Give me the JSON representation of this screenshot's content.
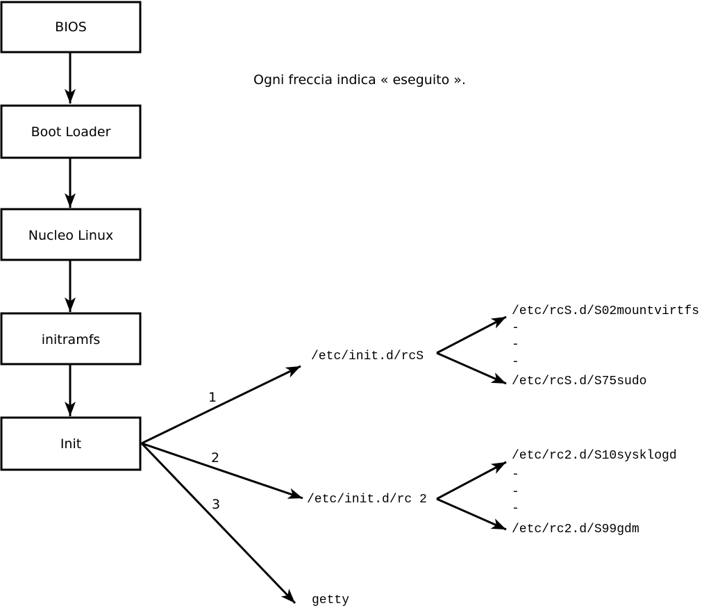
{
  "caption": "Ogni freccia indica « eseguito ».",
  "colors": {
    "ink": "#000000",
    "background": "#ffffff"
  },
  "flow_boxes": [
    {
      "label": "BIOS"
    },
    {
      "label": "Boot Loader"
    },
    {
      "label": "Nucleo Linux"
    },
    {
      "label": "initramfs"
    },
    {
      "label": "Init"
    }
  ],
  "init_branches": [
    {
      "number": "1",
      "target": "/etc/init.d/rcS"
    },
    {
      "number": "2",
      "target": "/etc/init.d/rc 2"
    },
    {
      "number": "3",
      "target": "getty"
    }
  ],
  "rcS_scripts": [
    "/etc/rcS.d/S02mountvirtfs",
    "-",
    "-",
    "-",
    "/etc/rcS.d/S75sudo"
  ],
  "rc2_scripts": [
    "/etc/rc2.d/S10sysklogd",
    "-",
    "-",
    "-",
    "/etc/rc2.d/S99gdm"
  ]
}
